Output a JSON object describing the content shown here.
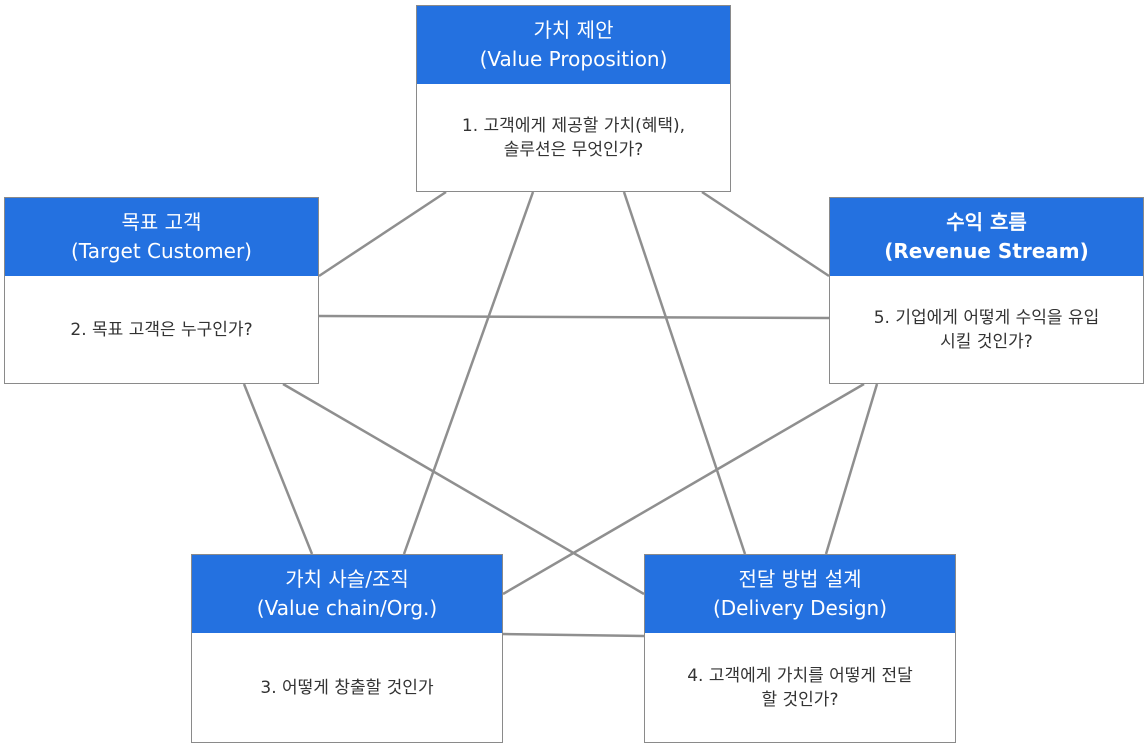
{
  "colors": {
    "header_bg": "#2471e0",
    "header_text": "#ffffff",
    "connector": "#8f8f8f",
    "body_text": "#333333"
  },
  "boxes": {
    "value_proposition": {
      "title": "가치 제안",
      "subtitle": "(Value Proposition)",
      "body": "1.   고객에게 제공할 가치(혜택),\n솔루션은 무엇인가?"
    },
    "target_customer": {
      "title": "목표 고객",
      "subtitle": "(Target Customer)",
      "body": "2. 목표 고객은 누구인가?"
    },
    "revenue_stream": {
      "title": "수익 흐름",
      "subtitle": "(Revenue Stream)",
      "body": "5. 기업에게 어떻게 수익을 유입\n시킬 것인가?"
    },
    "value_chain": {
      "title": "가치 사슬/조직",
      "subtitle": "(Value chain/Org.)",
      "body": "3. 어떻게 창출할 것인가"
    },
    "delivery_design": {
      "title": "전달 방법 설계",
      "subtitle": "(Delivery Design)",
      "body": "4. 고객에게 가치를 어떻게 전달\n할 것인가?"
    }
  }
}
